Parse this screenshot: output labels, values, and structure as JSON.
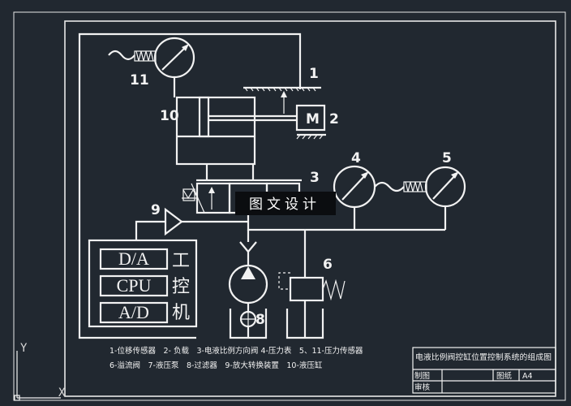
{
  "diagram": {
    "labels": {
      "n1": "1",
      "n2": "2",
      "n3": "3",
      "n4": "4",
      "n5": "5",
      "n6": "6",
      "n8": "8",
      "n9": "9",
      "n10": "10",
      "n11": "11",
      "motor": "M"
    },
    "control_unit": {
      "da": "D/A",
      "cpu": "CPU",
      "ad": "A/D",
      "side_chars": [
        "工",
        "控",
        "机"
      ]
    },
    "legend": {
      "line1": "1-位移传感器　2- 负载　3-电液比例方向阀 4-压力表　5、11-压力传感器",
      "line2": "6-溢流阀　7-液压泵　8-过滤器　9-放大转换装置　10-液压缸"
    },
    "title_block": {
      "title": "电液比例阀控缸位置控制系统的组成图",
      "drawn_by": "制图",
      "checked_by": "审核",
      "sheet_label": "图纸",
      "sheet_size": "A4"
    },
    "watermark": "图文设计",
    "axis": {
      "y": "Y",
      "x": "X"
    }
  }
}
